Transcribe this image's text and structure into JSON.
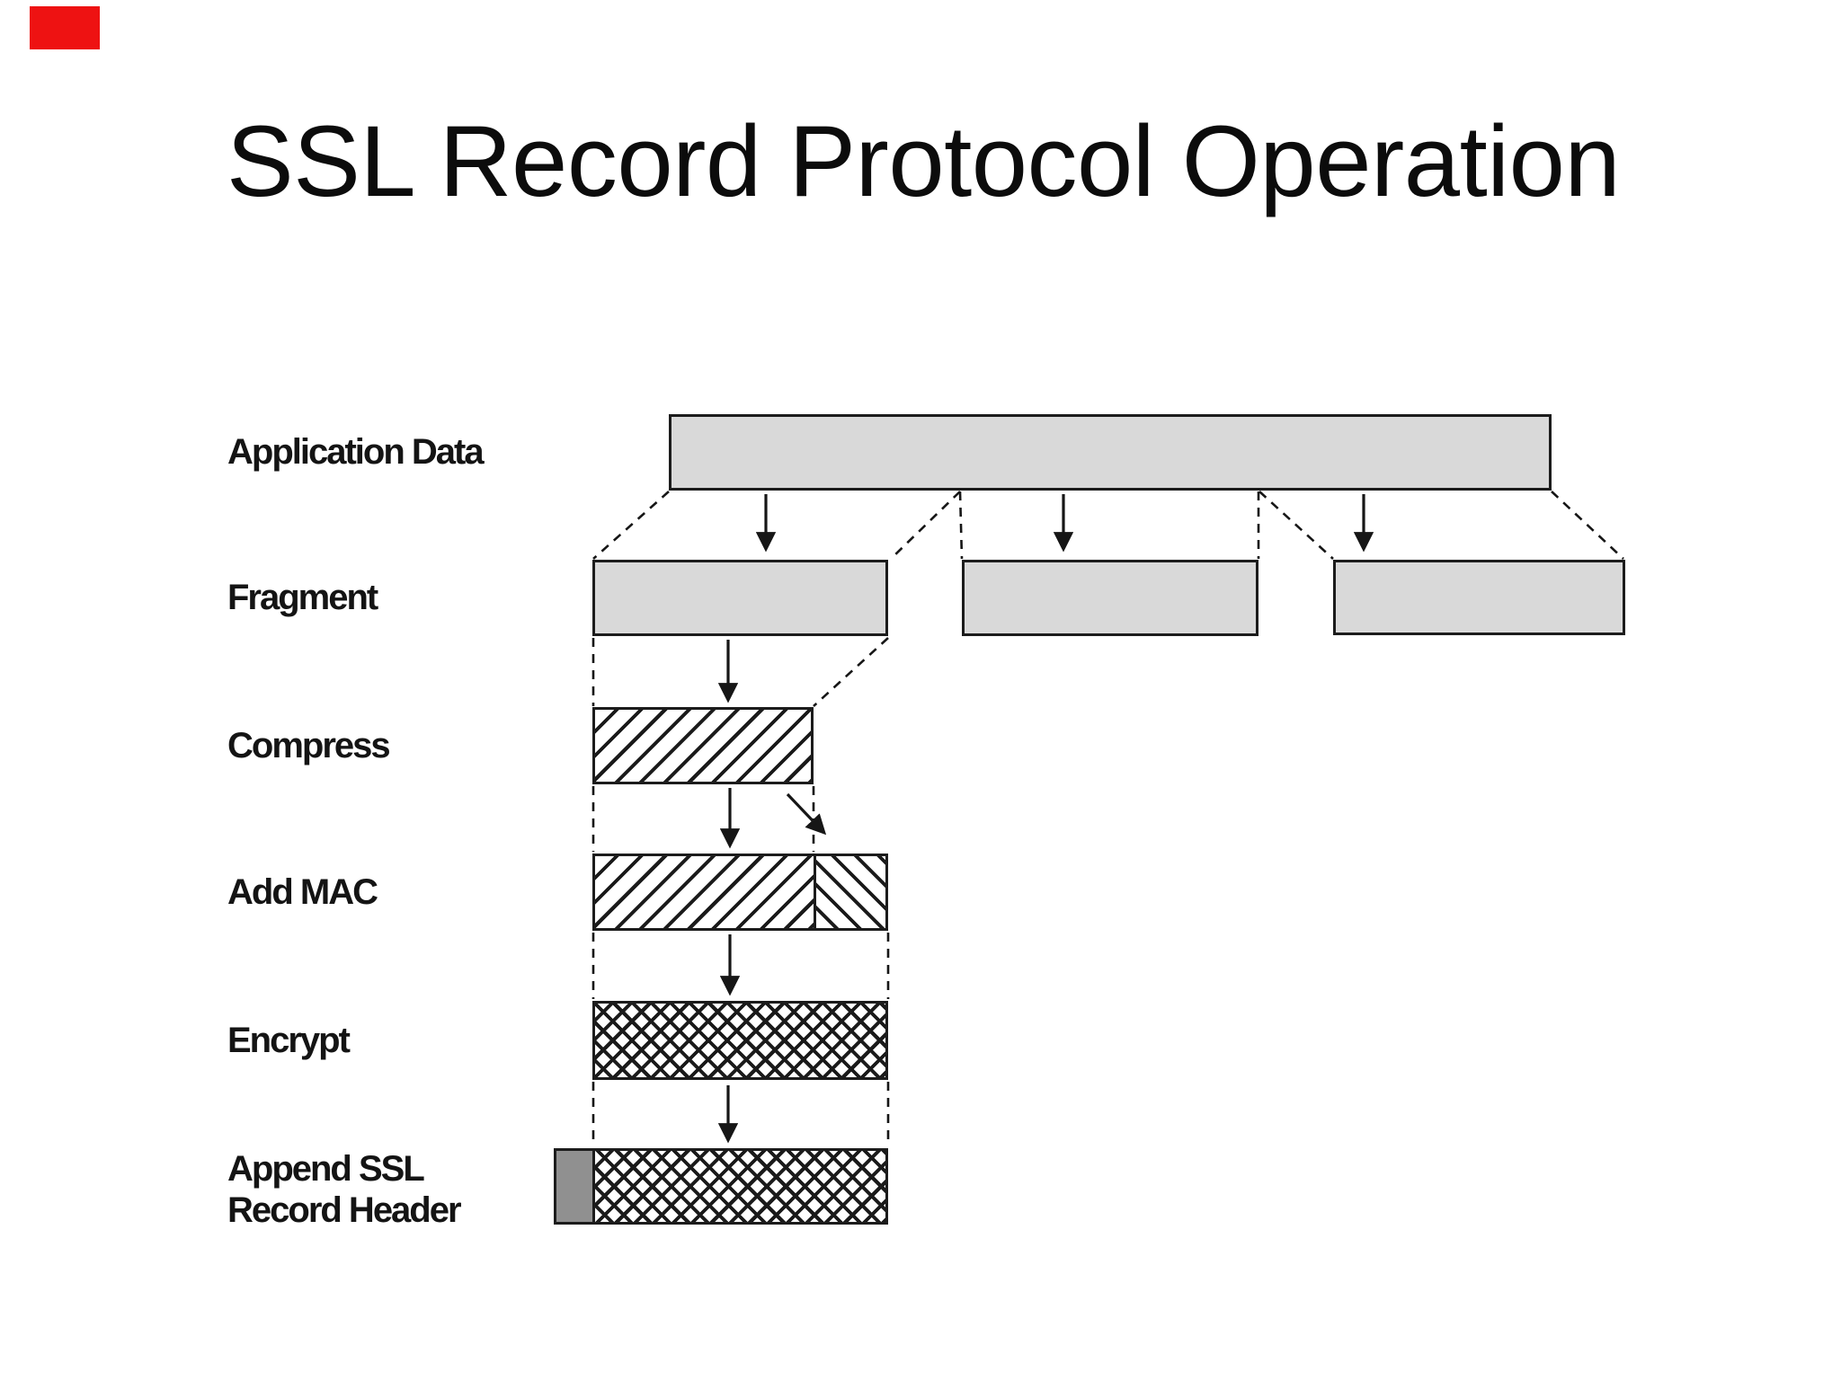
{
  "slide": {
    "title": "SSL Record Protocol Operation"
  },
  "labels": {
    "application_data": "Application Data",
    "fragment": "Fragment",
    "compress": "Compress",
    "add_mac": "Add MAC",
    "encrypt": "Encrypt",
    "append_line1": "Append SSL",
    "append_line2": "Record Header"
  },
  "colors": {
    "background": "#ffffff",
    "box_fill": "#d9d9d9",
    "box_border": "#1c1c1c",
    "hatch_line": "#1a1a1a",
    "record_header_fill": "#909090",
    "connector_line": "#161616",
    "label_text": "#141414",
    "title_text": "#0c0c0c",
    "corner_marker_red": "#ee1212"
  }
}
